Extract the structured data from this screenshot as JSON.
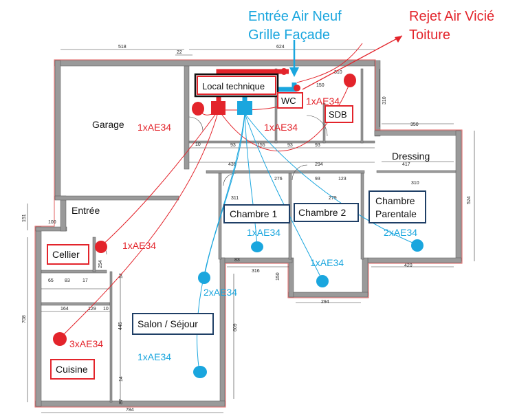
{
  "header": {
    "fresh_air_line1": "Entrée Air Neuf",
    "fresh_air_line2": "Grille Façade",
    "exhaust_line1": "Rejet Air Vicié",
    "exhaust_line2": "Toiture"
  },
  "rooms": {
    "garage": "Garage",
    "local_technique": "Local technique",
    "wc": "WC",
    "sdb": "SDB",
    "dressing": "Dressing",
    "chambre1": "Chambre 1",
    "chambre2": "Chambre 2",
    "parentale_line1": "Chambre",
    "parentale_line2": "Parentale",
    "entree": "Entrée",
    "cellier": "Cellier",
    "salon": "Salon / Séjour",
    "cuisine": "Cuisine"
  },
  "outlets": {
    "garage": "1xAE34",
    "wc": "1xAE34",
    "sdb": "1xAE34",
    "cellier": "1xAE34",
    "cuisine": "3xAE34",
    "chambre1": "1xAE34",
    "chambre2": "1xAE34",
    "parentale": "2xAE34",
    "salon_upper": "2xAE34",
    "salon_lower": "1xAE34"
  },
  "dimensions": {
    "top_garage": "518",
    "top_22": "22",
    "top_624": "624",
    "d310_top": "310",
    "d150": "150",
    "d310_right": "310",
    "d350": "350",
    "d417": "417",
    "d310_parent": "310",
    "d524": "524",
    "d93a": "93",
    "d155": "155",
    "d93b": "93",
    "d93c": "93",
    "d435": "435",
    "d294a": "294",
    "d311": "311",
    "d276": "276",
    "d123": "123",
    "d93_mid": "93",
    "d10": "10",
    "d279": "279",
    "d83": "83",
    "d316": "316",
    "d150_mid": "150",
    "d420": "420",
    "d294b": "294",
    "d151": "151",
    "d100": "100",
    "d254": "254",
    "d65": "65",
    "d83b": "83",
    "d17": "17",
    "d164": "164",
    "d129": "129",
    "d10b": "10",
    "d445": "445",
    "d609": "609",
    "d708": "708",
    "d784": "784",
    "d87": "87",
    "d14": "14",
    "d14b": "14"
  },
  "colors": {
    "extract": "#e3242b",
    "supply": "#1aa6de",
    "wall": "#8a8a8a",
    "label_box_blue": "#1f3f66"
  }
}
